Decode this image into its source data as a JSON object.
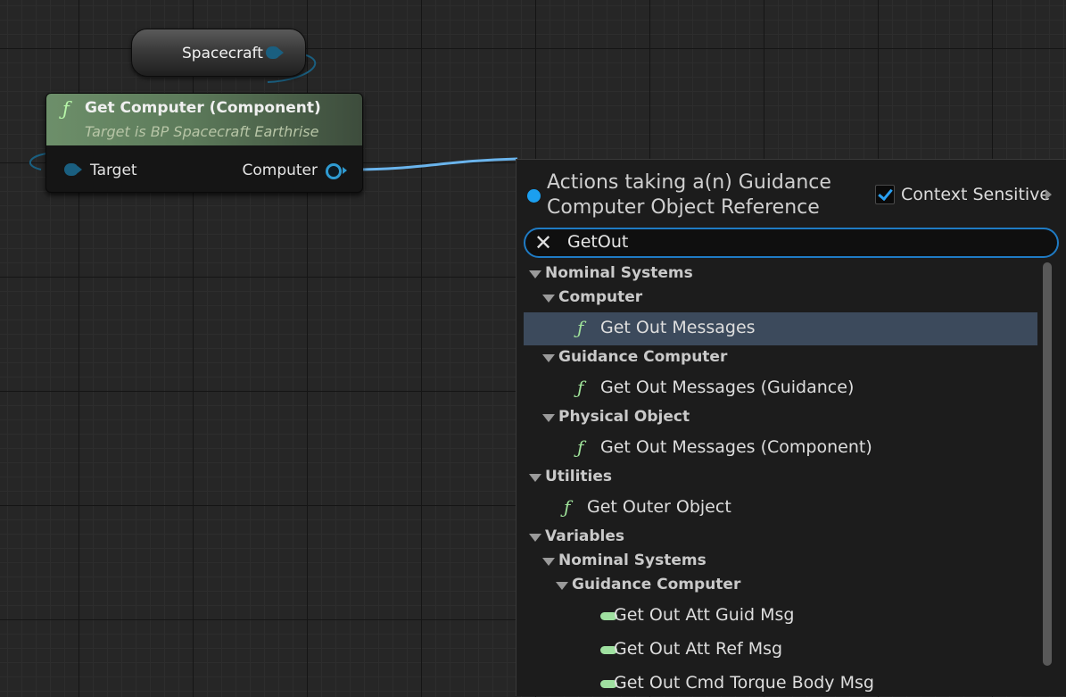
{
  "graph": {
    "variable_node": {
      "label": "Spacecraft"
    },
    "function_node": {
      "title": "Get Computer (Component)",
      "subtitle": "Target is BP Spacecraft Earthrise",
      "input_pin": "Target",
      "output_pin": "Computer",
      "icon": "function-icon"
    }
  },
  "menu": {
    "title": "Actions taking a(n) Guidance Computer Object Reference",
    "context_sensitive": {
      "label": "Context Sensitive",
      "checked": true
    },
    "search": {
      "value": "GetOut"
    },
    "items": [
      {
        "type": "category",
        "label": "Nominal Systems",
        "depth": 0
      },
      {
        "type": "category",
        "label": "Computer",
        "depth": 1
      },
      {
        "type": "function",
        "label": "Get Out Messages",
        "depth": 2,
        "selected": true
      },
      {
        "type": "category",
        "label": "Guidance Computer",
        "depth": 1
      },
      {
        "type": "function",
        "label": "Get Out Messages (Guidance)",
        "depth": 2
      },
      {
        "type": "category",
        "label": "Physical Object",
        "depth": 1
      },
      {
        "type": "function",
        "label": "Get Out Messages (Component)",
        "depth": 2
      },
      {
        "type": "category",
        "label": "Utilities",
        "depth": 0
      },
      {
        "type": "function",
        "label": "Get Outer Object",
        "depth": 1
      },
      {
        "type": "category",
        "label": "Variables",
        "depth": 0
      },
      {
        "type": "category",
        "label": "Nominal Systems",
        "depth": 1
      },
      {
        "type": "category",
        "label": "Guidance Computer",
        "depth": 2
      },
      {
        "type": "variable",
        "label": "Get Out Att Guid Msg",
        "depth": 3
      },
      {
        "type": "variable",
        "label": "Get Out Att Ref Msg",
        "depth": 3
      },
      {
        "type": "variable",
        "label": "Get Out Cmd Torque Body Msg",
        "depth": 3
      }
    ]
  },
  "colors": {
    "wire": "#6ab4ec",
    "object_pin": "#2f9bd2",
    "function_icon": "#9fe39a",
    "selection": "#3c4a5c",
    "search_border": "#1f7bc4"
  }
}
